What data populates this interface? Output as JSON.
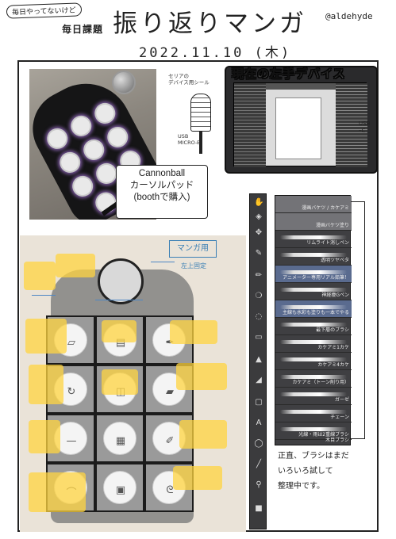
{
  "header": {
    "daily_badge": "毎日やってないけど",
    "subtitle": "毎日課題",
    "title": "振り返りマンガ",
    "handle": "@aldehyde",
    "date": "2022.11.10 (木)"
  },
  "device_photo": {
    "caption_lines": [
      "Cannonball",
      "カーソルパッド",
      "(boothで購入)"
    ],
    "note_serial": "セリアの\nデバイス用シール",
    "usb_note": "USB\nMICRO-B"
  },
  "monitor": {
    "title": "現在の左手デバイス",
    "usb_label": "USB\nｰC"
  },
  "keypad": {
    "label": "マンガ用",
    "notes": [
      "左上固定"
    ]
  },
  "brush_palette": {
    "rows": [
      {
        "name": "漫画バケツ / カケアミ",
        "style": "head"
      },
      {
        "name": "漫画バケツ塗り",
        "style": "head"
      },
      {
        "name": "リムライト消しペン",
        "style": ""
      },
      {
        "name": "透明ツヤベタ",
        "style": ""
      },
      {
        "name": "アニメーター専用リアル鉛筆！",
        "style": "hl"
      },
      {
        "name": "神経痩Gペン",
        "style": ""
      },
      {
        "name": "主線も水彩も塗りも一本でやる",
        "style": "hl"
      },
      {
        "name": "最下層のブラシ",
        "style": ""
      },
      {
        "name": "カケアミ1カケ",
        "style": ""
      },
      {
        "name": "カケアミ4カケ",
        "style": ""
      },
      {
        "name": "カケアミ（トーン削り用）",
        "style": ""
      },
      {
        "name": "ガーゼ",
        "style": ""
      },
      {
        "name": "チェーン",
        "style": ""
      },
      {
        "name": "光線・雨は2重線ブラシ",
        "style": ""
      },
      {
        "name": "木目ブラシ",
        "style": ""
      }
    ]
  },
  "bottom_note": [
    "正直、ブラシはまだ",
    "いろいろ試して",
    "整理中です。"
  ],
  "colors": {
    "accent_blue": "#3a7fb5",
    "highlight_yellow": "#ffd440",
    "device_glow": "#aa78dc"
  }
}
